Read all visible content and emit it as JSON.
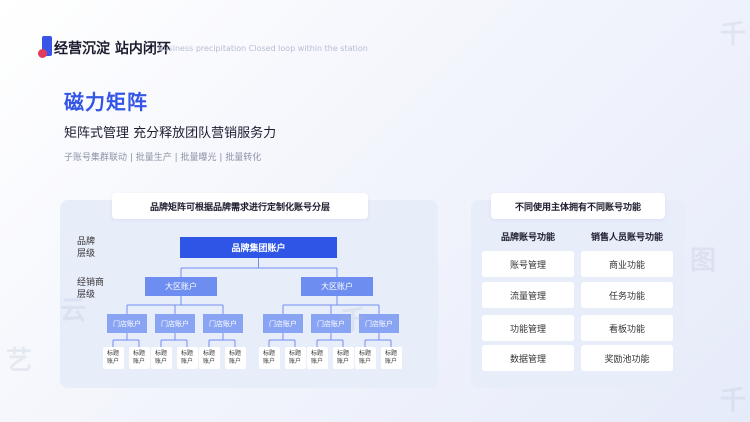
{
  "header": {
    "title": "经营沉淀 站内闭环",
    "subtitle": "Business precipitation Closed loop within the station"
  },
  "main": {
    "title": "磁力矩阵",
    "subtitle": "矩阵式管理 充分释放团队营销服务力",
    "tags": "子账号集群联动 | 批量生产 | 批量曝光 | 批量转化"
  },
  "left_panel": {
    "title": "品牌矩阵可根据品牌需求进行定制化账号分层",
    "level_brand": "品牌\n层级",
    "level_dealer": "经销商\n层级",
    "brand_node": "品牌集团账户",
    "area_label": "大区账户",
    "store_label": "门店账户",
    "tag_label": "标题\n账户",
    "area_count": 2,
    "stores_per_area": 3,
    "tags_per_store": 2
  },
  "right_panel": {
    "title": "不同使用主体拥有不同账号功能",
    "col_left": "品牌账号功能",
    "col_right": "销售人员账号功能",
    "left_items": [
      "账号管理",
      "流量管理",
      "功能管理",
      "数据管理"
    ],
    "right_items": [
      "商业功能",
      "任务功能",
      "看板功能",
      "奖励池功能"
    ]
  },
  "colors": {
    "accent": "#3456e6",
    "brand_node": "#2e55e6",
    "area_node": "#6d8df0",
    "store_node": "#8aa4f4",
    "line": "#6f8ef0"
  }
}
